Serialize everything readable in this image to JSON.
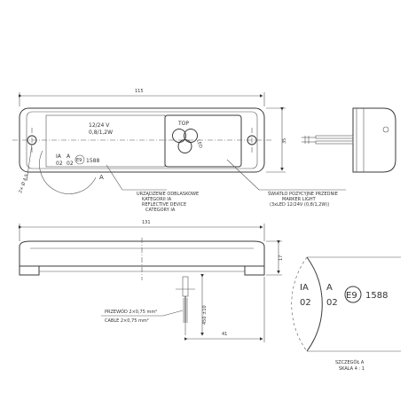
{
  "dims": {
    "width_top": "115",
    "height_top": "35",
    "width_side": "131",
    "height_side": "17",
    "cable_len": "450 ±10",
    "cable_offset": "41",
    "hole": "2× Ø 4.5"
  },
  "lamp_top": {
    "rating_line1": "12/24 V",
    "rating_line2": "0,8/1,2W",
    "top_label": "TOP",
    "led_label": "LED"
  },
  "marking": {
    "ia": "IA",
    "a": "A",
    "num_left": "02",
    "num_right": "02",
    "e_mark": "E9",
    "approval": "1588"
  },
  "detail_ref": "A",
  "callout_reflex": {
    "l1": "URZĄDZENIE ODBLASKOWE",
    "l2": "KATEGORII IA",
    "l3": "REFLECTIVE DEVICE",
    "l4": "CATEGORY IA"
  },
  "callout_marker": {
    "l1": "ŚWIATŁO POZYCYJNE PRZEDNIE",
    "l2": "MARKER LIGHT",
    "l3": "(3xLED 12/24V (0,8/1,2W))"
  },
  "callout_cable": {
    "l1": "PRZEWÓD 2×0,75 mm²",
    "l2": "CABLE 2×0,75 mm²"
  },
  "detail_caption": {
    "l1": "SZCZEGÓŁ A",
    "l2": "SKALA 4 : 1"
  }
}
